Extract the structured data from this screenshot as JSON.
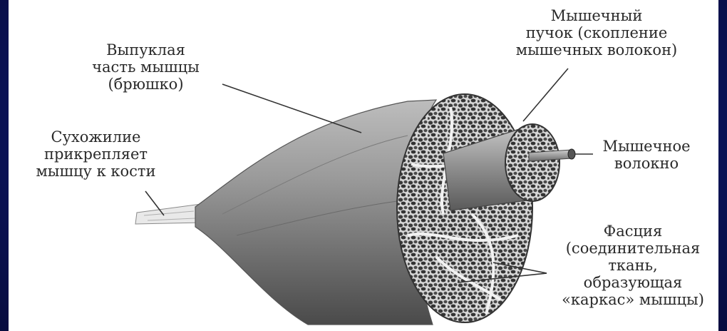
{
  "labels": {
    "belly": [
      "Выпуклая",
      "часть мышцы",
      "(брюшко)"
    ],
    "tendon": [
      "Сухожилие",
      "прикрепляет",
      "мышцу к кости"
    ],
    "bundle": [
      "Мышечный",
      "пучок (скопление",
      "мышечных волокон)"
    ],
    "fiber": [
      "Мышечное",
      "волокно"
    ],
    "fascia": [
      "Фасция",
      "(соединительная",
      "ткань,",
      "образующая",
      "«каркас» мышцы)"
    ]
  },
  "colors": {
    "background": "#0c1560",
    "panel": "#ffffff",
    "text": "#2a2a2a"
  }
}
